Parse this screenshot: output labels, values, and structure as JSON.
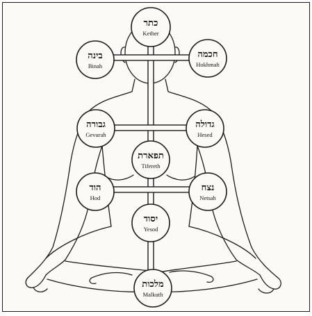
{
  "sephirot": [
    {
      "id": "kether",
      "hebrew": "כתר",
      "name": "Kether"
    },
    {
      "id": "binah",
      "hebrew": "בינה",
      "name": "Binah"
    },
    {
      "id": "hokhmah",
      "hebrew": "חכמה",
      "name": "Hokhmah"
    },
    {
      "id": "gevurah",
      "hebrew": "גבורה",
      "name": "Gevurah"
    },
    {
      "id": "hesed",
      "hebrew": "גדולה",
      "name": "Hesed"
    },
    {
      "id": "tifereth",
      "hebrew": "תפארת",
      "name": "Tifereth"
    },
    {
      "id": "hod",
      "hebrew": "הוד",
      "name": "Hod"
    },
    {
      "id": "netsah",
      "hebrew": "נצח",
      "name": "Netsah"
    },
    {
      "id": "yesod",
      "hebrew": "יסוד",
      "name": "Yesod"
    },
    {
      "id": "malkuth",
      "hebrew": "מלכות",
      "name": "Malkuth"
    }
  ]
}
